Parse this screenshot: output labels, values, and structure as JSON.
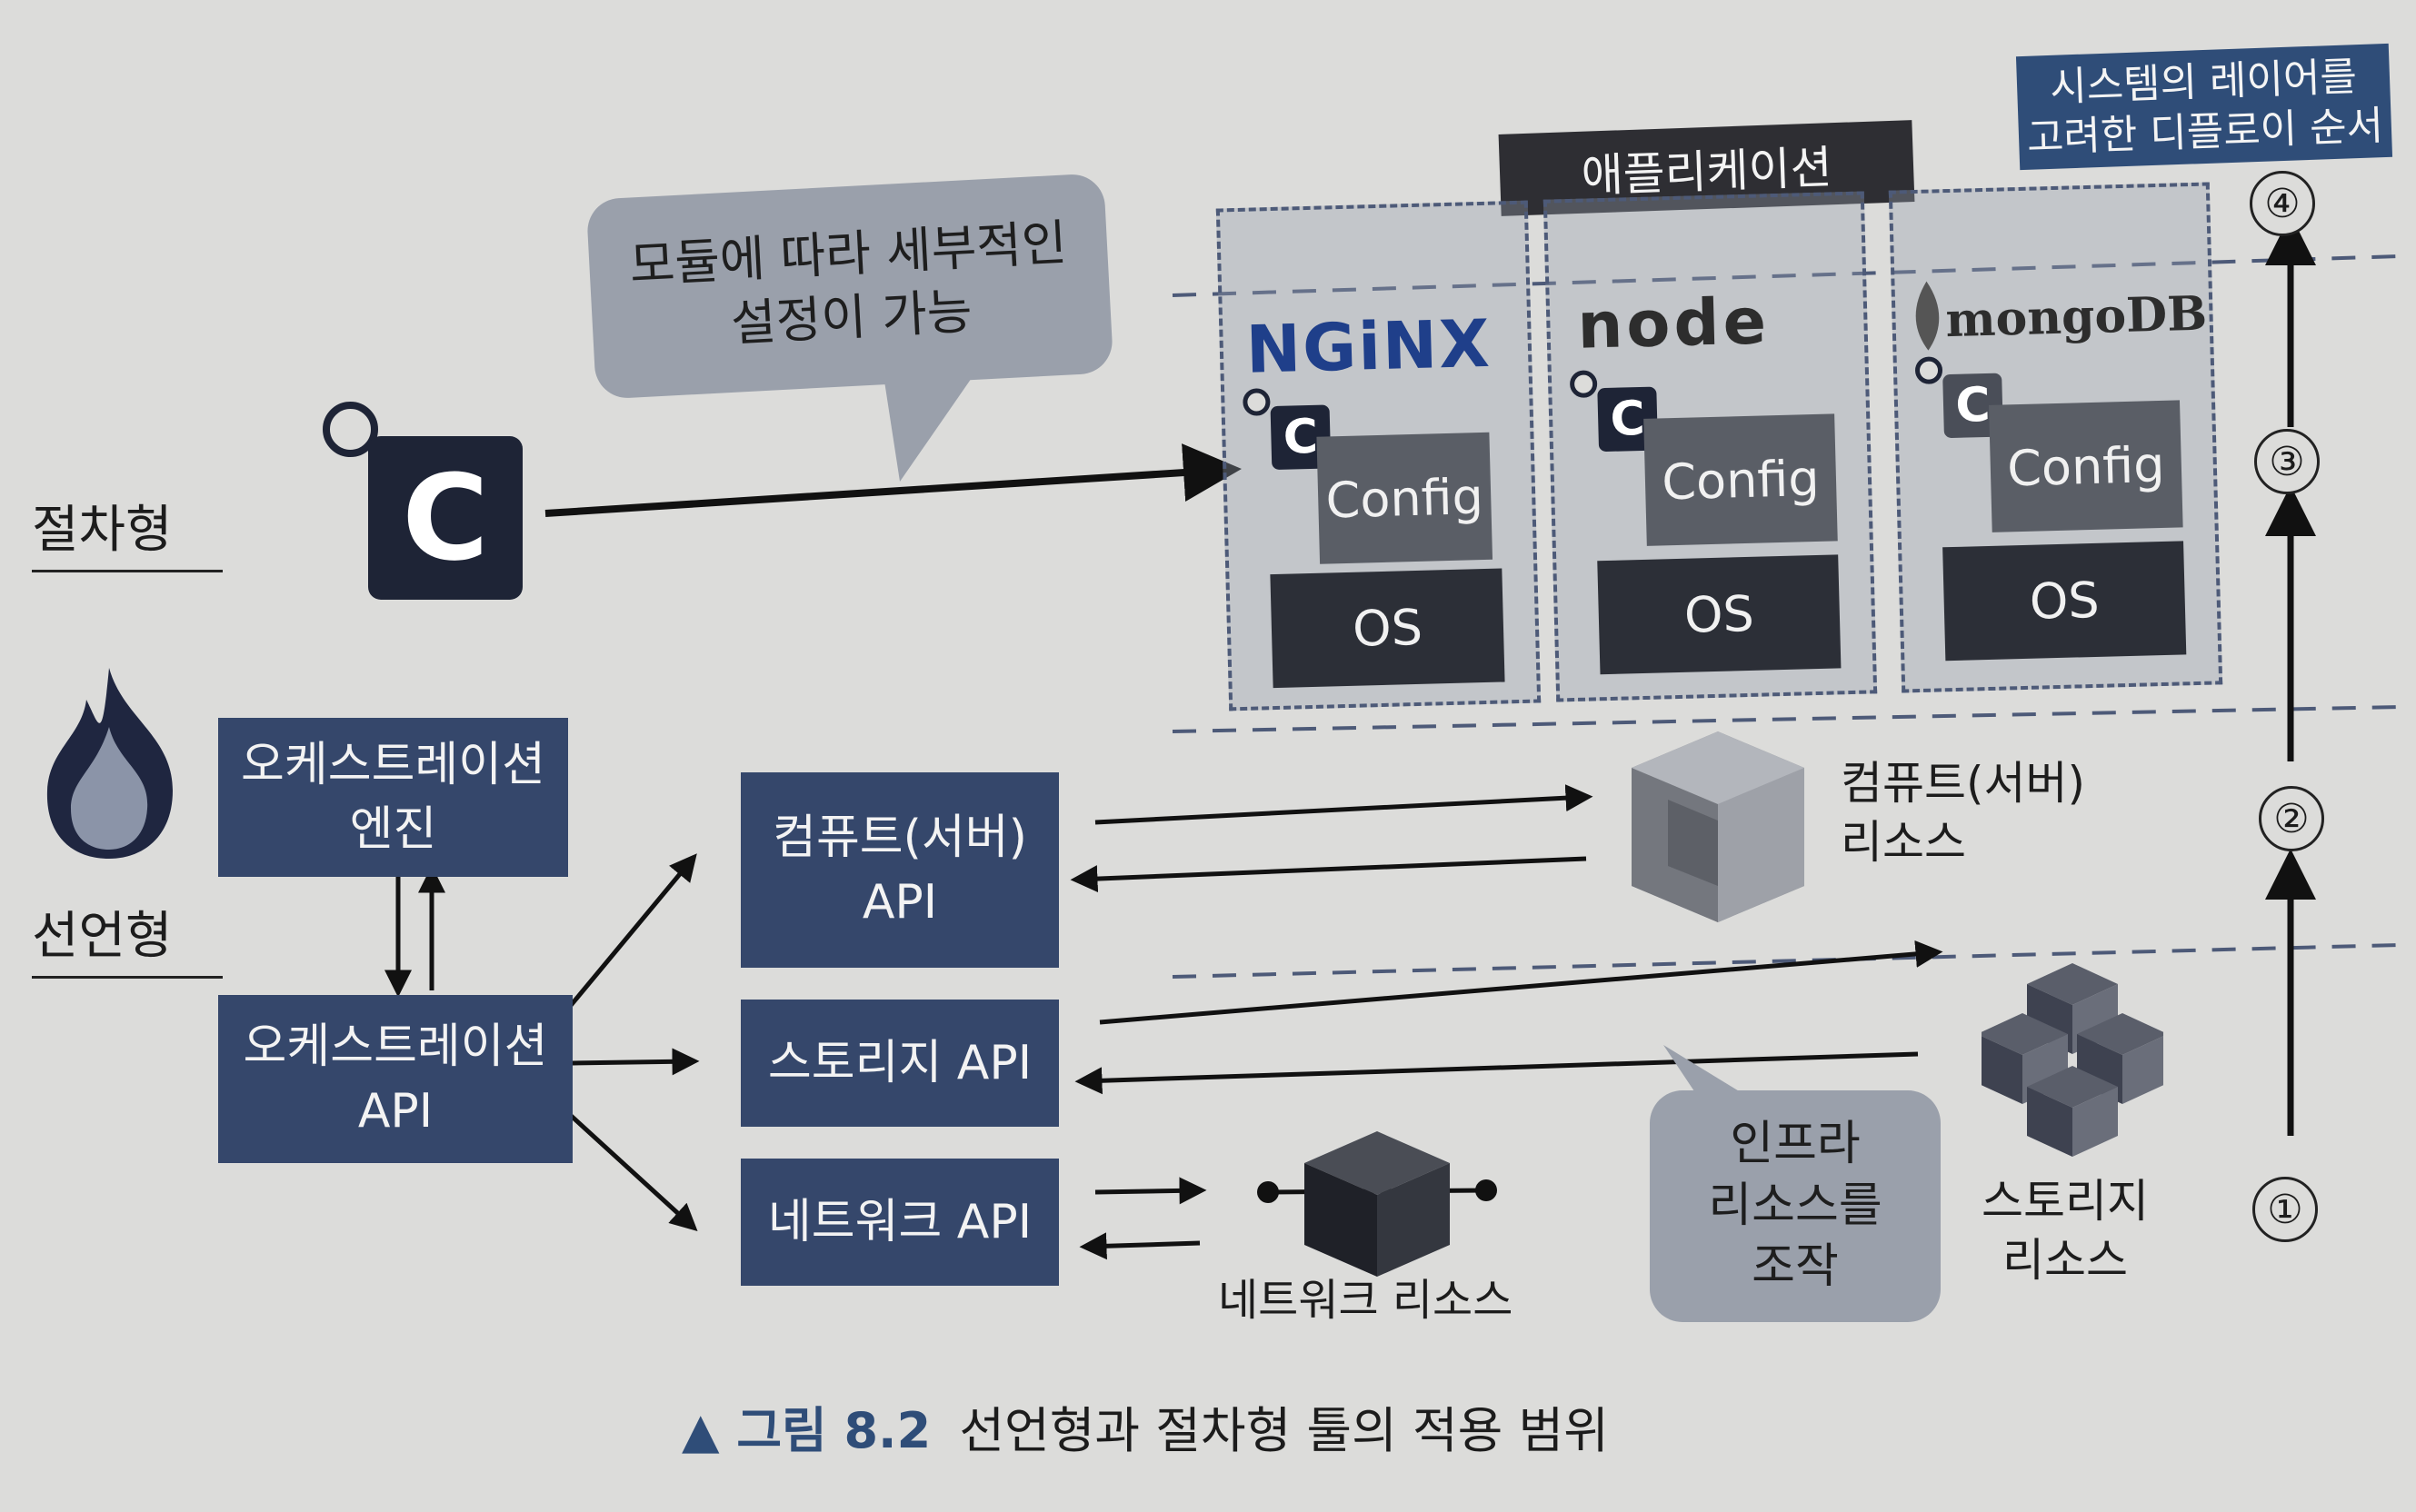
{
  "labels": {
    "procedural": "절차형",
    "declarative": "선언형",
    "application": "애플리케이션",
    "layer_note": "시스템의 레이어를\n고려한 디플로이 순서",
    "module_note": "모듈에 따라 세부적인\n설정이 가능",
    "infra_note": "인프라\n리소스를\n조작"
  },
  "chef_icon": "C",
  "apps": [
    {
      "logo": "NGiNX",
      "config": "Config",
      "os": "OS"
    },
    {
      "logo": "node",
      "config": "Config",
      "os": "OS"
    },
    {
      "logo": "mongoDB",
      "config": "Config",
      "os": "OS"
    }
  ],
  "orchestration": {
    "engine": "오케스트레이션\n엔진",
    "api": "오케스트레이션\nAPI"
  },
  "apis": {
    "compute": "컴퓨트(서버)\nAPI",
    "storage": "스토리지 API",
    "network": "네트워크 API"
  },
  "resources": {
    "compute": "컴퓨트(서버)\n리소스",
    "storage": "스토리지\n리소스",
    "network": "네트워크 리소스"
  },
  "steps": [
    "①",
    "②",
    "③",
    "④"
  ],
  "caption": {
    "prefix": "▲ 그림 8.2",
    "text": "선언형과 절차형 툴의 적용 범위"
  },
  "colors": {
    "navy": "#35476b",
    "dark": "#2c2f37",
    "bubble": "#9aa0ab",
    "note": "#2f4d78"
  }
}
